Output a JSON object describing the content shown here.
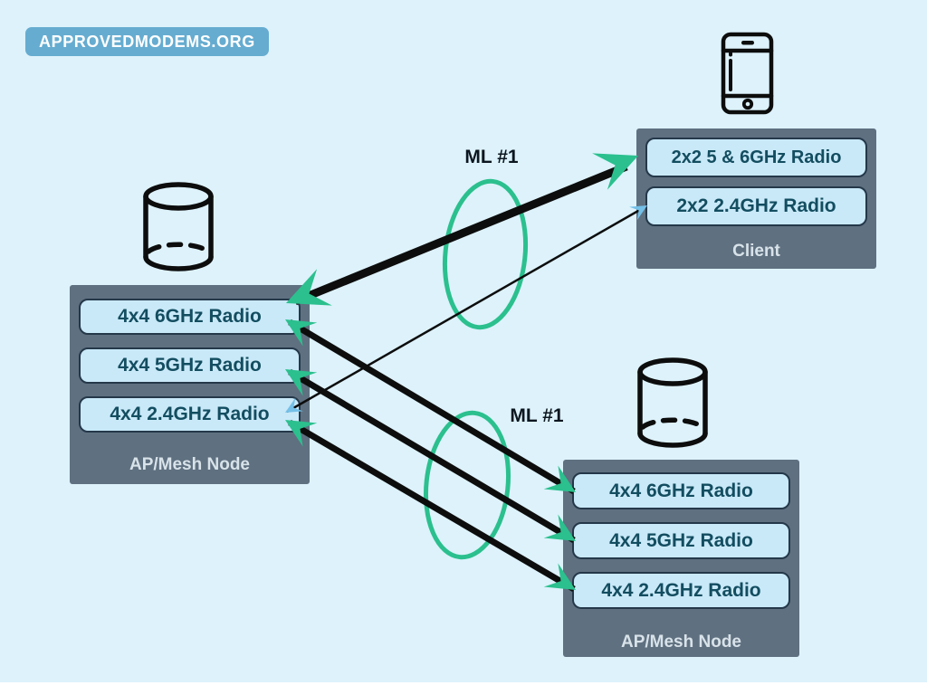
{
  "branding": {
    "site": "APPROVEDMODEMS.ORG"
  },
  "connection_labels": {
    "ml_top": "ML #1",
    "ml_bottom": "ML #1"
  },
  "nodes": {
    "ap_left": {
      "title": "AP/Mesh Node",
      "icon": "database-cylinder-icon",
      "radios": [
        "4x4 6GHz Radio",
        "4x4 5GHz Radio",
        "4x4 2.4GHz Radio"
      ]
    },
    "client": {
      "title": "Client",
      "icon": "smartphone-icon",
      "radios": [
        "2x2 5 & 6GHz Radio",
        "2x2 2.4GHz Radio"
      ]
    },
    "ap_right": {
      "title": "AP/Mesh Node",
      "icon": "database-cylinder-icon",
      "radios": [
        "4x4 6GHz Radio",
        "4x4 5GHz Radio",
        "4x4 2.4GHz Radio"
      ]
    }
  },
  "links": [
    {
      "from": "ap_left 6GHz radio",
      "to": "client 5&6GHz radio",
      "style": "thick",
      "arrows": "green-both-ends",
      "group": "ml_top"
    },
    {
      "from": "ap_left 2.4GHz radio",
      "to": "client 2.4GHz radio",
      "style": "thin",
      "arrows": "blue-both-ends",
      "group": "ml_top"
    },
    {
      "from": "ap_left 6GHz radio",
      "to": "ap_right 6GHz radio",
      "style": "thick",
      "arrows": "green-both-ends",
      "group": "ml_bottom"
    },
    {
      "from": "ap_left 5GHz radio",
      "to": "ap_right 5GHz radio",
      "style": "thick",
      "arrows": "green-both-ends",
      "group": "ml_bottom"
    },
    {
      "from": "ap_left 2.4GHz radio",
      "to": "ap_right 2.4GHz radio",
      "style": "thick",
      "arrows": "green-both-ends",
      "group": "ml_bottom"
    }
  ],
  "colors": {
    "background": "#ddf2fb",
    "node-bg": "#5f7080",
    "chip-bg": "#c9e9f8",
    "chip-border": "#24384a",
    "chip-text": "#134d60",
    "node-label-text": "#d8e2e9",
    "accent-green": "#2bc08e",
    "accent-blue": "#74c0e8",
    "line": "#0d0d0d",
    "logo-bg": "#66acd0",
    "logo-text": "#ffffff",
    "ml-text": "#0c161f"
  }
}
